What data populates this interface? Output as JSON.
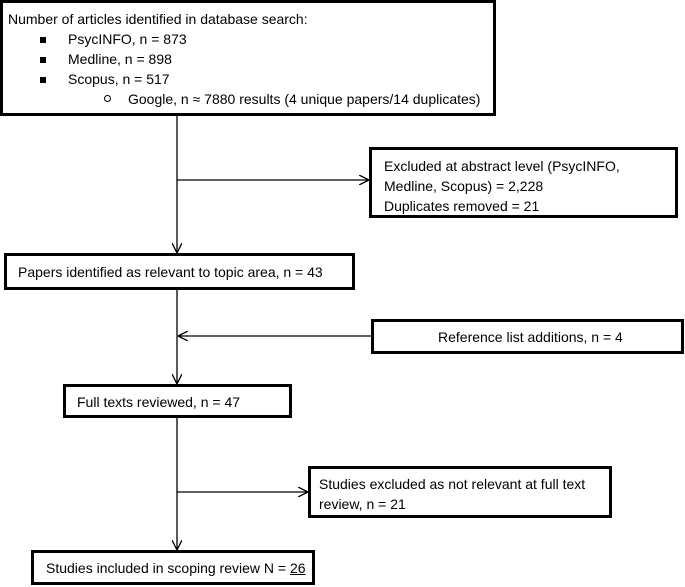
{
  "search": {
    "title": "Number of articles identified in database search:",
    "items": [
      "PsycINFO, n = 873",
      "Medline, n = 898",
      "Scopus, n = 517"
    ],
    "sub_item": "Google, n ≈ 7880 results (4 unique papers/14 duplicates)"
  },
  "excluded_abstract": {
    "line1": "Excluded at abstract level (PsycINFO,",
    "line2": "Medline, Scopus) = 2,228",
    "line3": "Duplicates removed = 21"
  },
  "relevant": {
    "text": "Papers identified as relevant to topic area, n = 43"
  },
  "reference": {
    "text": "Reference list additions, n = 4"
  },
  "full_texts": {
    "text": "Full texts reviewed, n = 47"
  },
  "studies_excluded": {
    "line1": "Studies excluded as not relevant at full text",
    "line2": "review, n = 21"
  },
  "included": {
    "prefix": "Studies included in scoping review N = ",
    "count": "26"
  }
}
